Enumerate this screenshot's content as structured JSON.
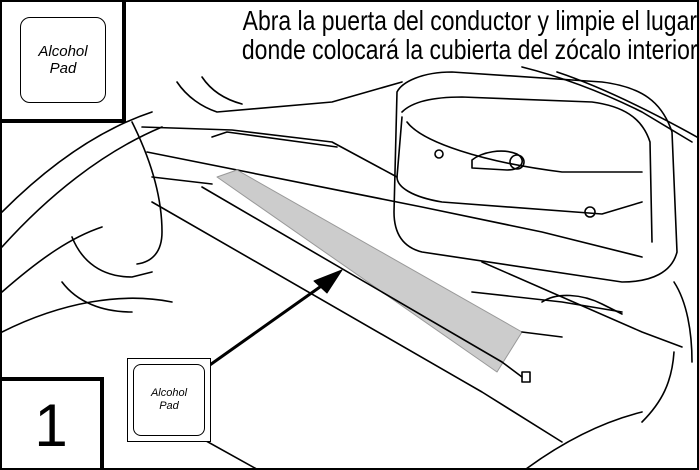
{
  "caption": {
    "line1": "Abra la puerta del conductor y limpie el lugar",
    "line2": "donde colocará la cubierta del zócalo interior."
  },
  "alcohol_pad_large": {
    "line1": "Alcohol",
    "line2": "Pad"
  },
  "alcohol_pad_small": {
    "line1": "Alcohol",
    "line2": "Pad"
  },
  "step": {
    "number": "1"
  },
  "colors": {
    "line": "#000000",
    "highlight": "#cccccc",
    "background": "#ffffff"
  }
}
